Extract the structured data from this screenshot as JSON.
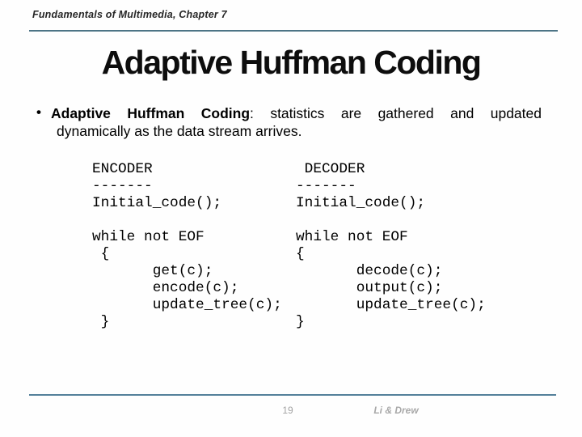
{
  "header": {
    "course_label": "Fundamentals of Multimedia, Chapter 7"
  },
  "slide": {
    "title": "Adaptive Huffman Coding",
    "bullet": {
      "glyph": "•",
      "term": "Adaptive Huffman Coding",
      "line1_rest": ": statistics are gathered and updated",
      "line2": "dynamically as the data stream arrives."
    },
    "code": {
      "encoder": "ENCODER\n-------\nInitial_code();\n\nwhile not EOF\n {\n       get(c);\n       encode(c);\n       update_tree(c);\n }",
      "decoder": " DECODER\n-------\nInitial_code();\n\nwhile not EOF\n{\n       decode(c);\n       output(c);\n       update_tree(c);\n}"
    }
  },
  "footer": {
    "page_number": "19",
    "authors": "Li & Drew"
  },
  "colors": {
    "header_rule": "#4d7486",
    "footer_rule": "#54809a"
  }
}
